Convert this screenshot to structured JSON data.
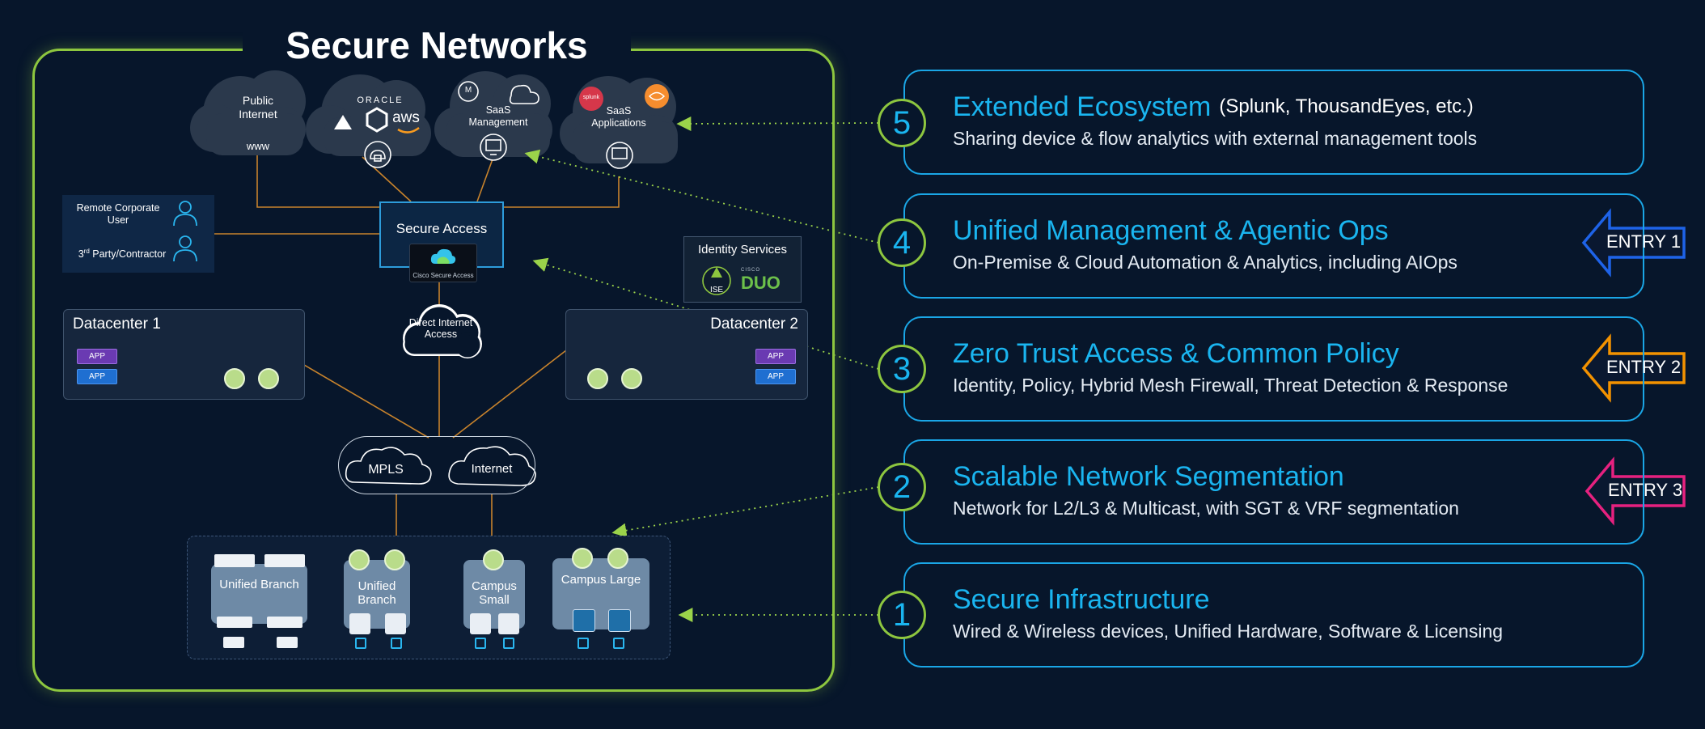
{
  "title": "Secure Networks",
  "clouds": {
    "public_internet": {
      "label": "Public Internet",
      "badge": "www"
    },
    "multicloud": {
      "brand_top": "ORACLE",
      "brand_aws": "aws"
    },
    "saas_management": {
      "label": "SaaS Management",
      "badge": "M"
    },
    "saas_applications": {
      "label": "SaaS Applications",
      "badge": "splunk"
    }
  },
  "remote_users": {
    "corporate": "Remote Corporate User",
    "third_party_prefix": "3",
    "third_party_sup": "rd",
    "third_party_rest": " Party/Contractor"
  },
  "secure_access": {
    "label": "Secure Access",
    "logo_caption": "Cisco Secure Access"
  },
  "identity_services": {
    "label": "Identity Services",
    "ise": "ISE",
    "cisco_small": "CISCO",
    "duo": "DUO"
  },
  "datacenter1": {
    "label": "Datacenter 1",
    "chip_a": "APP",
    "chip_b": "APP"
  },
  "datacenter2": {
    "label": "Datacenter 2",
    "chip_a": "APP",
    "chip_b": "APP"
  },
  "direct_internet": {
    "label": "Direct Internet Access"
  },
  "wan": {
    "mpls": "MPLS",
    "internet": "Internet"
  },
  "sites": [
    {
      "label": "Unified Branch"
    },
    {
      "label": "Unified Branch"
    },
    {
      "label": "Campus Small"
    },
    {
      "label": "Campus Large"
    }
  ],
  "layers": [
    {
      "number": "5",
      "title": "Extended Ecosystem",
      "aside": "(Splunk, ThousandEyes, etc.)",
      "desc": "Sharing device & flow analytics with external management tools"
    },
    {
      "number": "4",
      "title": "Unified Management & Agentic Ops",
      "aside": "",
      "desc": "On-Premise & Cloud Automation & Analytics, including AIOps"
    },
    {
      "number": "3",
      "title": "Zero Trust Access & Common Policy",
      "aside": "",
      "desc": "Identity, Policy, Hybrid Mesh Firewall, Threat Detection & Response"
    },
    {
      "number": "2",
      "title": "Scalable Network Segmentation",
      "aside": "",
      "desc": "Network for L2/L3 & Multicast, with SGT & VRF segmentation"
    },
    {
      "number": "1",
      "title": "Secure Infrastructure",
      "aside": "",
      "desc": "Wired & Wireless devices, Unified Hardware, Software & Licensing"
    }
  ],
  "entries": [
    {
      "label": "ENTRY 1",
      "color": "#1e63e8"
    },
    {
      "label": "ENTRY 2",
      "color": "#f39200"
    },
    {
      "label": "ENTRY 3",
      "color": "#e6217f"
    }
  ],
  "colors": {
    "background": "#07162b",
    "frame": "#8dc63f",
    "accent": "#1ab5f0",
    "connector": "#c8832c",
    "pointer": "#9bd34a"
  }
}
